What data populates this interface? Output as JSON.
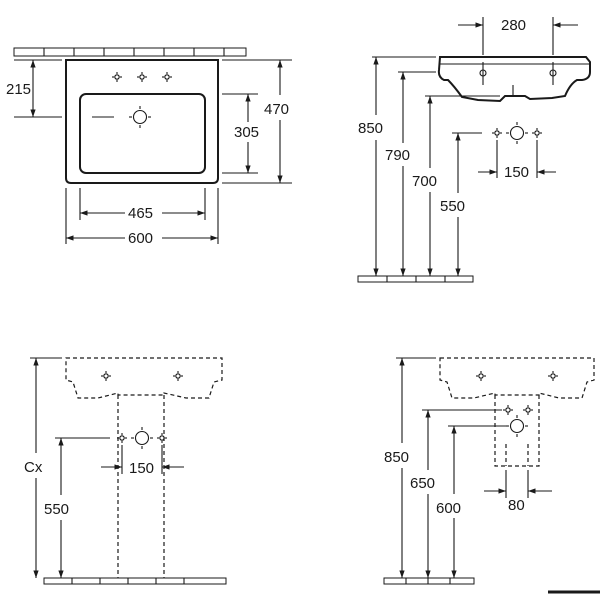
{
  "views": {
    "top_view": {
      "dim_tap_offset": "215",
      "dim_total_depth": "470",
      "dim_bowl_depth": "305",
      "dim_bowl_width": "465",
      "dim_total_width": "600"
    },
    "side_view": {
      "dim_hole_spacing": "280",
      "dim_850": "850",
      "dim_790": "790",
      "dim_700": "700",
      "dim_550": "550",
      "dim_150": "150"
    },
    "front_pedestal_view": {
      "dim_cx": "Cx",
      "dim_550": "550",
      "dim_150": "150"
    },
    "front_halfpedestal_view": {
      "dim_850": "850",
      "dim_650": "650",
      "dim_600": "600",
      "dim_80": "80"
    }
  }
}
